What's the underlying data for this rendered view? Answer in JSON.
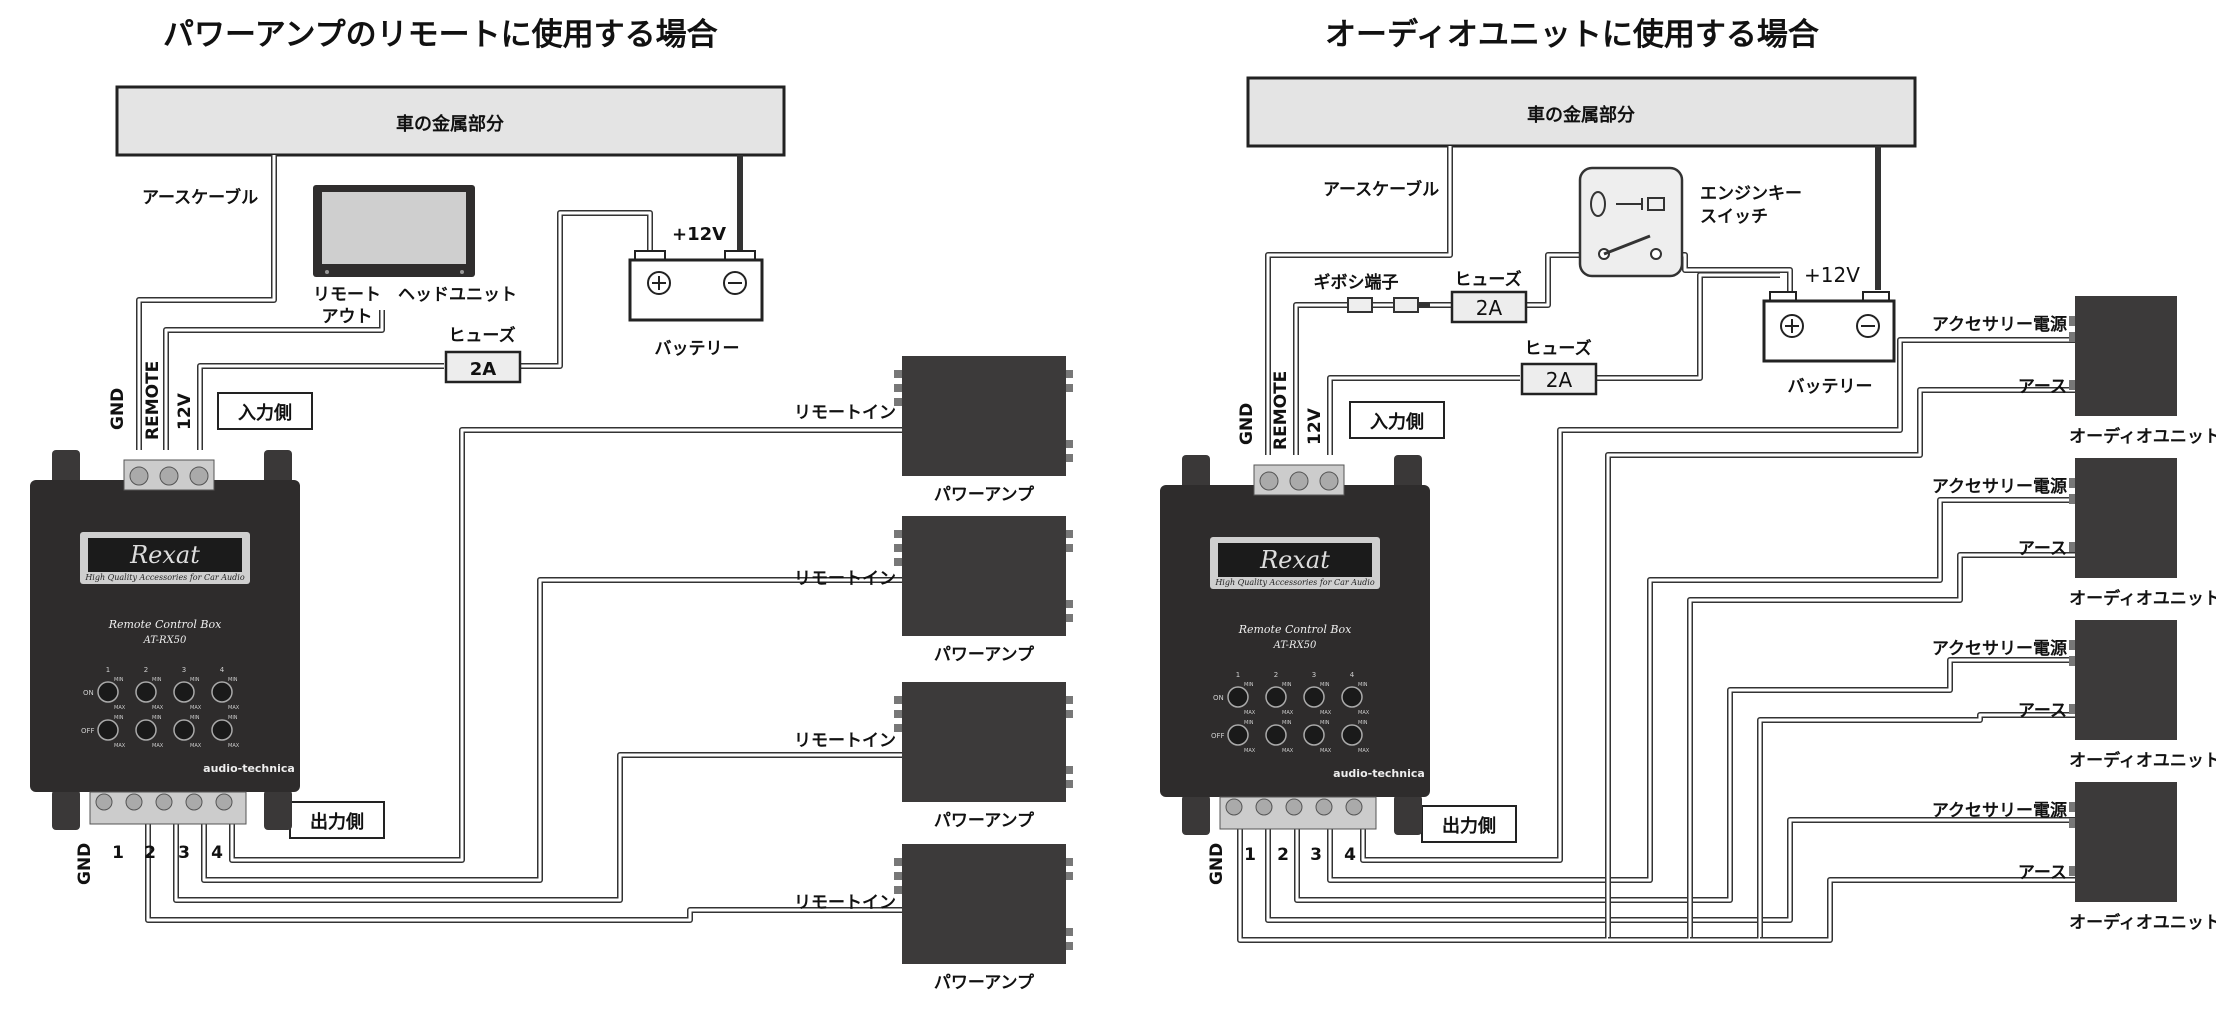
{
  "colors": {
    "unit_body": "#2e2c2c",
    "device": "#3c3a3a",
    "bar": "#e4e4e4",
    "fuse": "#ededed",
    "wire": "#333333"
  },
  "left": {
    "title": "パワーアンプのリモートに使用する場合",
    "metal_bar": "車の金属部分",
    "earth_cable": "アースケーブル",
    "remote_out": [
      "リモート",
      "アウト"
    ],
    "head_unit": "ヘッドユニット",
    "fuse_label": "ヒューズ",
    "fuse_value": "2A",
    "battery_plus": "+12V",
    "battery_label": "バッテリー",
    "input_side": "入力側",
    "output_side": "出力側",
    "in_terminals": [
      "GND",
      "REMOTE",
      "12V"
    ],
    "out_terminals": [
      "GND",
      "1",
      "2",
      "3",
      "4"
    ],
    "device_in_label": "リモートイン",
    "device_label": "パワーアンプ"
  },
  "right": {
    "title": "オーディオユニットに使用する場合",
    "metal_bar": "車の金属部分",
    "earth_cable": "アースケーブル",
    "engine_switch": [
      "エンジンキー",
      "スイッチ"
    ],
    "gibosi": "ギボシ端子",
    "fuse_label": "ヒューズ",
    "fuse_value": "2A",
    "battery_plus": "+12V",
    "battery_label": "バッテリー",
    "input_side": "入力側",
    "output_side": "出力側",
    "in_terminals": [
      "GND",
      "REMOTE",
      "12V"
    ],
    "out_terminals": [
      "GND",
      "1",
      "2",
      "3",
      "4"
    ],
    "acc_label": "アクセサリー電源",
    "earth_label": "アース",
    "device_label": "オーディオユニット"
  },
  "control_box": {
    "logo": "Rexat",
    "tagline": "High Quality Accessories for Car Audio",
    "name": "Remote Control Box",
    "model": "AT-RX50",
    "channels": [
      "1",
      "2",
      "3",
      "4"
    ],
    "row_on": "ON",
    "row_off": "OFF",
    "knob_min": "MIN",
    "knob_max": "MAX",
    "brand": "audio-technica"
  }
}
